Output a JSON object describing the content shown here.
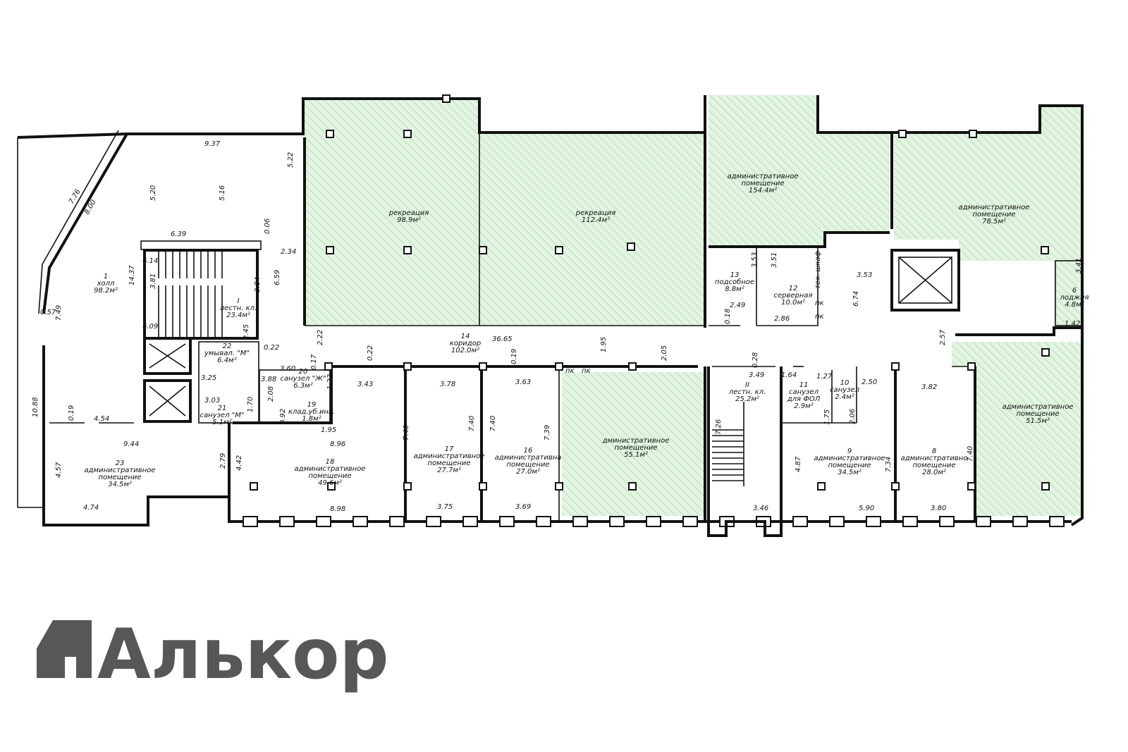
{
  "colors": {
    "hatch_fill": "#e3f4e3",
    "hatch_line": "#9fd8a0",
    "wall": "#111111",
    "logo": "#575757"
  },
  "rooms": [
    {
      "id": "1",
      "lines": [
        "1",
        "холл",
        "98.2м²"
      ]
    },
    {
      "id": "rec1",
      "lines": [
        "рекреация",
        "98.9м²"
      ]
    },
    {
      "id": "rec2",
      "lines": [
        "рекреация",
        "112.4м²"
      ]
    },
    {
      "id": "adm154",
      "lines": [
        "административное",
        "помещение",
        "154.4м²"
      ]
    },
    {
      "id": "adm78",
      "lines": [
        "административное",
        "помещение",
        "78.5м²"
      ]
    },
    {
      "id": "I",
      "lines": [
        "I",
        "лестн. кл.",
        "23.4м²"
      ]
    },
    {
      "id": "13",
      "lines": [
        "13",
        "подсобное",
        "8.8м²"
      ]
    },
    {
      "id": "12",
      "lines": [
        "12",
        "серверная",
        "10.0м²"
      ]
    },
    {
      "id": "6",
      "lines": [
        "6",
        "лоджия",
        "4.8м²"
      ]
    },
    {
      "id": "14",
      "lines": [
        "14",
        "коридор",
        "102.0м²"
      ]
    },
    {
      "id": "22",
      "lines": [
        "22",
        "умывал. \"М\"",
        "6.4м²"
      ]
    },
    {
      "id": "20",
      "lines": [
        "20",
        "санузел \"Ж\"",
        "6.3м²"
      ]
    },
    {
      "id": "21",
      "lines": [
        "21",
        "санузел \"М\"",
        "5.1м²"
      ]
    },
    {
      "id": "19",
      "lines": [
        "19",
        "клад.уб.инв.",
        "1.8м²"
      ]
    },
    {
      "id": "II",
      "lines": [
        "II",
        "лестн. кл.",
        "25.2м²"
      ]
    },
    {
      "id": "11",
      "lines": [
        "11",
        "санузел",
        "для ФОЛ",
        "2.9м²"
      ]
    },
    {
      "id": "10",
      "lines": [
        "10",
        "санузел",
        "2.4м²"
      ]
    },
    {
      "id": "23",
      "lines": [
        "23",
        "административное",
        "помещение",
        "34.5м²"
      ]
    },
    {
      "id": "18",
      "lines": [
        "18",
        "административное",
        "помещение",
        "49.6м²"
      ]
    },
    {
      "id": "17",
      "lines": [
        "17",
        "административное",
        "помещение",
        "27.7м²"
      ]
    },
    {
      "id": "16",
      "lines": [
        "16",
        "административна",
        "помещение",
        "27.0м²"
      ]
    },
    {
      "id": "adm55",
      "lines": [
        "дминистративное",
        "помещение",
        "55.1м²"
      ]
    },
    {
      "id": "9",
      "lines": [
        "9",
        "административное",
        "помещение",
        "34.5м²"
      ]
    },
    {
      "id": "8",
      "lines": [
        "8",
        "административно",
        "помещение",
        "28.0м²"
      ]
    },
    {
      "id": "adm51",
      "lines": [
        "административное",
        "помещение",
        "51.5м²"
      ]
    }
  ],
  "dimensions": [
    "9.37",
    "5.22",
    "7.76",
    "8.00",
    "5.20",
    "5.16",
    "0.06",
    "6.39",
    "2.34",
    "6.14",
    "14.37",
    "3.81",
    "3.84",
    "6.59",
    "0.57",
    "7.49",
    "6.09",
    "2.45",
    "0.22",
    "2.22",
    "3.60",
    "0.17",
    "0.22",
    "3.25",
    "3.88",
    "1.22",
    "3.03",
    "2.08",
    "1.70",
    "0.92",
    "1.95",
    "10.88",
    "0.19",
    "4.54",
    "9.44",
    "8.96",
    "2.79",
    "4.42",
    "4.57",
    "4.74",
    "8.98",
    "36.65",
    "1.95",
    "2.05",
    "0.19",
    "3.43",
    "3.78",
    "3.63",
    "7.40",
    "7.40",
    "7.40",
    "7.39",
    "3.75",
    "3.69",
    "3.53",
    "3.51",
    "3.53",
    "6.74",
    "2.49",
    "0.18",
    "2.86",
    "3.41",
    "1.42",
    "2.57",
    "0.28",
    "3.49",
    "1.64",
    "1.27",
    "2.50",
    "3.82",
    "1.75",
    "2.06",
    "7.26",
    "4.87",
    "7.34",
    "7.40",
    "3.46",
    "5.90",
    "3.80"
  ],
  "small_labels": {
    "tech_cabinet": "тех. шкаф",
    "pk": "пк"
  },
  "logo": {
    "text": "Алькор"
  }
}
